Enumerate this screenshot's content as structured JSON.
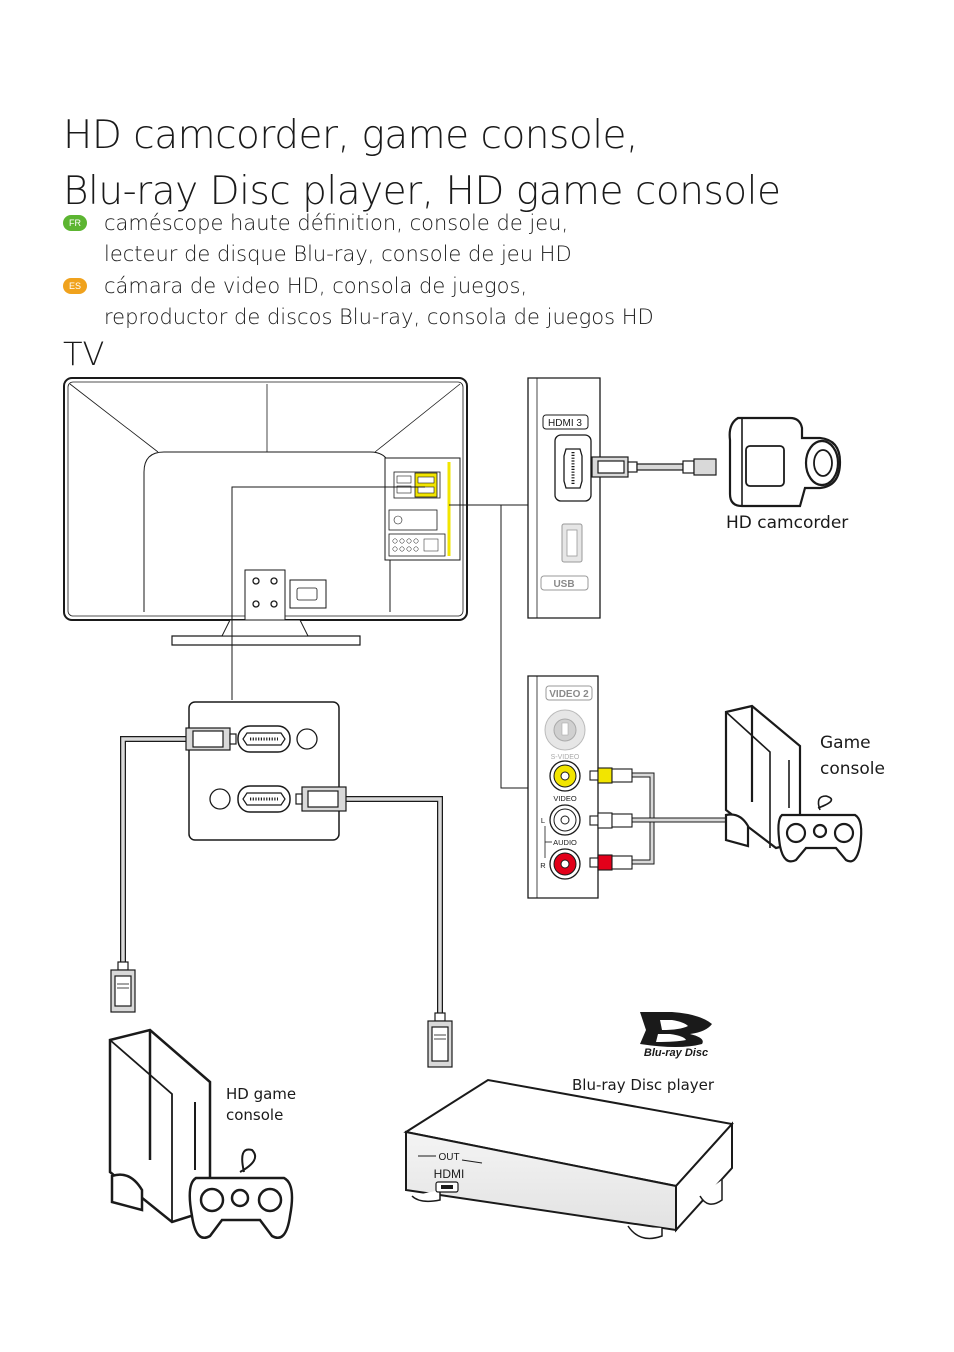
{
  "title": {
    "line1": "HD camcorder, game console,",
    "line2": "Blu-ray Disc player, HD game console"
  },
  "translations": [
    {
      "code": "FR",
      "color": "#5cb531",
      "line1": "caméscope haute définition, console de jeu,",
      "line2": "lecteur de disque Blu-ray, console de jeu HD"
    },
    {
      "code": "ES",
      "color": "#f0a21d",
      "line1": "cámara de video HD, consola de juegos,",
      "line2": "reproductor de discos Blu-ray, consola de juegos HD"
    }
  ],
  "tv_label": "TV",
  "side_panel": {
    "hdmi_label": "HDMI 3",
    "usb_label": "USB",
    "video2_label": "VIDEO 2",
    "svideo_label": "S-VIDEO",
    "video_label": "VIDEO",
    "audio_label": "AUDIO",
    "l_label": "L",
    "r_label": "R"
  },
  "devices": {
    "hd_camcorder": "HD camcorder",
    "game_console_line1": "Game",
    "game_console_line2": "console",
    "hd_game_console_line1": "HD game",
    "hd_game_console_line2": "console",
    "bluray_player": "Blu-ray Disc player",
    "bluray_logo": "Blu-ray Disc"
  },
  "bluray_device": {
    "out_label": "OUT",
    "hdmi_label": "HDMI"
  },
  "colors": {
    "line": "#1a1a1a",
    "cable_fill": "#d9d9d9",
    "yellow": "#f2e500",
    "red": "#e2001a",
    "panel_gray": "#e6e6e6",
    "device_gray": "#ececec"
  }
}
